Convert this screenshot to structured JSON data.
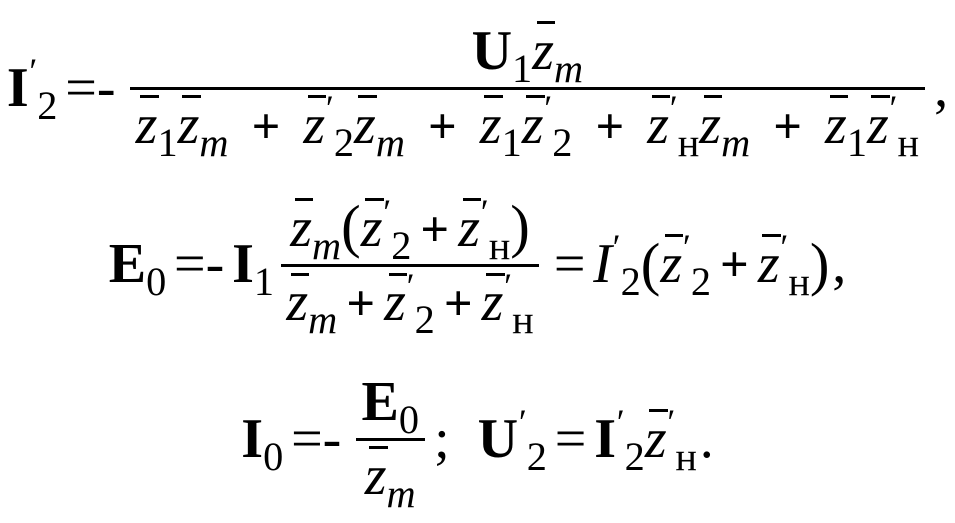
{
  "formula": {
    "I": "I",
    "U": "U",
    "E": "E",
    "z": "z",
    "sub_1": "1",
    "sub_2": "2",
    "sub_0": "0",
    "sub_m": "m",
    "sub_n": "н",
    "prime": "′",
    "equals_minus": "=-",
    "equals": "=",
    "plus": "+",
    "comma": ",",
    "semicolon": ";",
    "period": ".",
    "lparen": "(",
    "rparen": ")"
  }
}
